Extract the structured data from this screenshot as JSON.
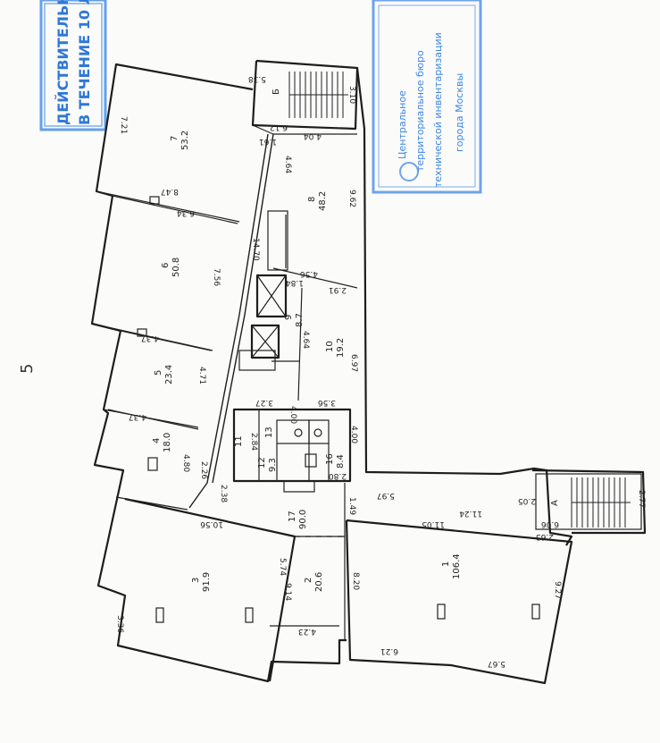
{
  "stamp_left": {
    "line1": "ДЕЙСТВИТЕЛЬН",
    "line2": "В ТЕЧЕНИЕ 10 Л"
  },
  "stamp_right": {
    "line1": "Центральное",
    "line2": "территориальное бюро",
    "line3": "технической инвентаризации",
    "line4": "города Москвы"
  },
  "sheet_mark": "5",
  "stairs": {
    "a": "А",
    "b": "Б"
  },
  "rooms": [
    {
      "num": "1",
      "area": "106.4"
    },
    {
      "num": "2",
      "area": "20.6"
    },
    {
      "num": "3",
      "area": "91.9"
    },
    {
      "num": "4",
      "area": "18.0"
    },
    {
      "num": "5",
      "area": "23.4"
    },
    {
      "num": "6",
      "area": "50.8"
    },
    {
      "num": "7",
      "area": "53.2"
    },
    {
      "num": "8",
      "area": "48.2"
    },
    {
      "num": "9",
      "area": "8.7"
    },
    {
      "num": "10",
      "area": "19.2"
    },
    {
      "num": "11",
      "area": ""
    },
    {
      "num": "12",
      "area": "9.3"
    },
    {
      "num": "13",
      "area": ""
    },
    {
      "num": "16",
      "area": "8.4"
    },
    {
      "num": "17",
      "area": "90.0"
    }
  ],
  "dimensions": [
    "5.38",
    "6.12",
    "3.10",
    "4.04",
    "7.21",
    "1.61",
    "4.64",
    "9.62",
    "8.47",
    "6.34",
    "7.56",
    "14.70",
    "4.56",
    "1.84",
    "2.91",
    "4.37",
    "4.64",
    "6.97",
    "4.71",
    "3.56",
    "3.27",
    "4.37",
    "4.80",
    "2.26",
    "2.84",
    "4.00",
    "4.00",
    "2.80",
    "2.38",
    "1.49",
    "5.97",
    "11.24",
    "2.05",
    "2.77",
    "6.06",
    "11.05",
    "10.56",
    "2.63",
    "9.27",
    "5.74",
    "9.14",
    "8.20",
    "6.21",
    "5.67",
    "4.23",
    "3.36"
  ]
}
